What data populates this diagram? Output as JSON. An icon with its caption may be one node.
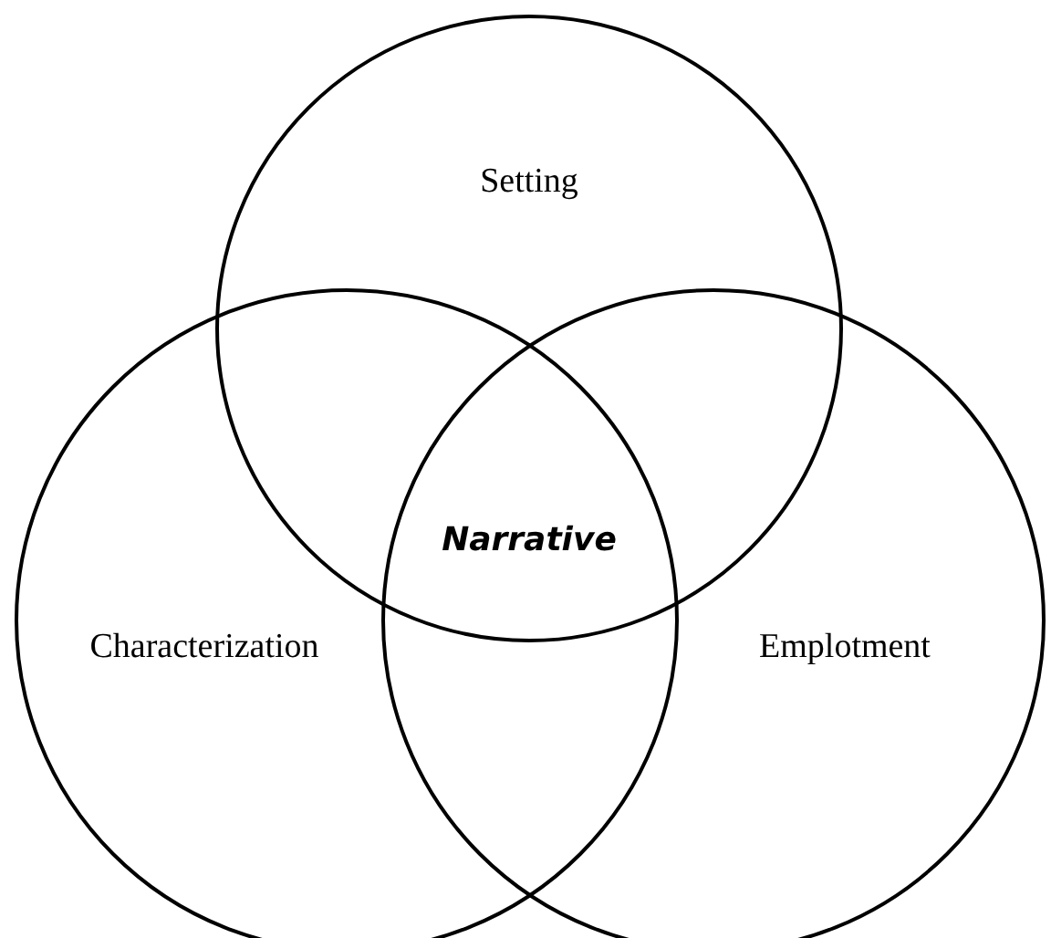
{
  "diagram": {
    "nodes": [
      {
        "text": [
          "Setting"
        ]
      },
      {
        "text": [
          "Characterization"
        ]
      },
      {
        "text": [
          "Emplotment"
        ]
      }
    ],
    "labels": [
      "Narrative"
    ]
  }
}
